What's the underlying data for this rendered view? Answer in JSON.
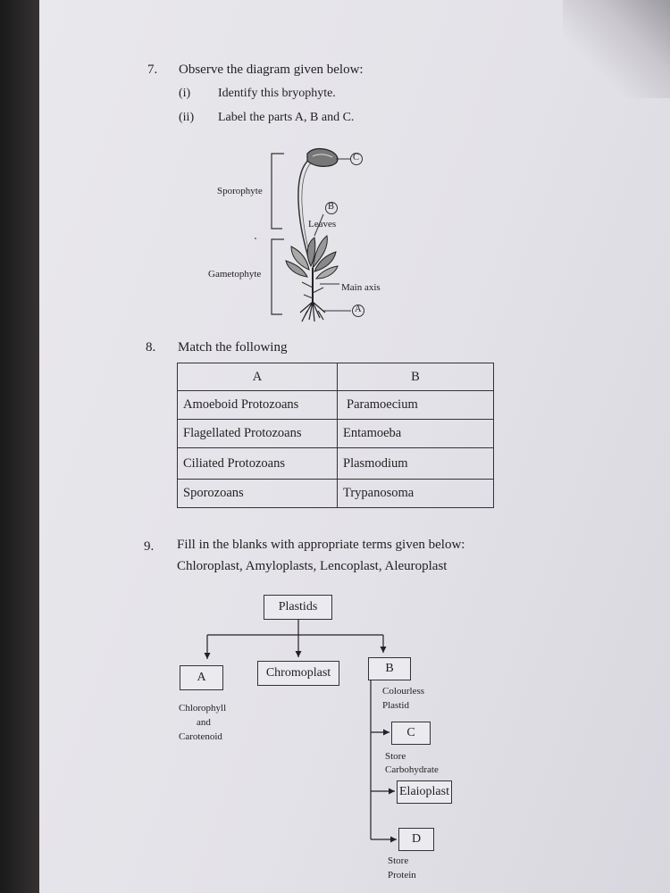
{
  "q7": {
    "number": "7.",
    "stem": "Observe the diagram given below:",
    "parts": [
      {
        "num": "(i)",
        "text": "Identify this bryophyte."
      },
      {
        "num": "(ii)",
        "text": "Label the parts A, B and C."
      }
    ],
    "diagram_labels": {
      "sporophyte": "Sporophyte",
      "gametophyte": "Gametophyte",
      "leaves": "Leaves",
      "main_axis": "Main axis",
      "marker_a": "A",
      "marker_b": "B",
      "marker_c": "C"
    }
  },
  "q8": {
    "number": "8.",
    "stem": "Match the following",
    "headers": [
      "A",
      "B"
    ],
    "rows": [
      [
        "Amoeboid Protozoans",
        "Paramoecium"
      ],
      [
        "Flagellated Protozoans",
        "Entamoeba"
      ],
      [
        "Ciliated Protozoans",
        "Plasmodium"
      ],
      [
        "Sporozoans",
        "Trypanosoma"
      ]
    ]
  },
  "q9": {
    "number": "9.",
    "stem": "Fill in the blanks with appropriate terms given below:",
    "terms": "Chloroplast, Amyloplasts, Lencoplast, Aleuroplast",
    "chart": {
      "root": "Plastids",
      "box_a": "A",
      "chromoplast": "Chromoplast",
      "box_b": "B",
      "a_note_1": "Chlorophyll",
      "a_note_2": "and",
      "a_note_3": "Carotenoid",
      "b_note_1": "Colourless",
      "b_note_2": "Plastid",
      "box_c": "C",
      "c_note_1": "Store",
      "c_note_2": "Carbohydrate",
      "elaioplast": "Elaioplast",
      "box_d": "D",
      "d_note_1": "Store",
      "d_note_2": "Protein"
    }
  }
}
